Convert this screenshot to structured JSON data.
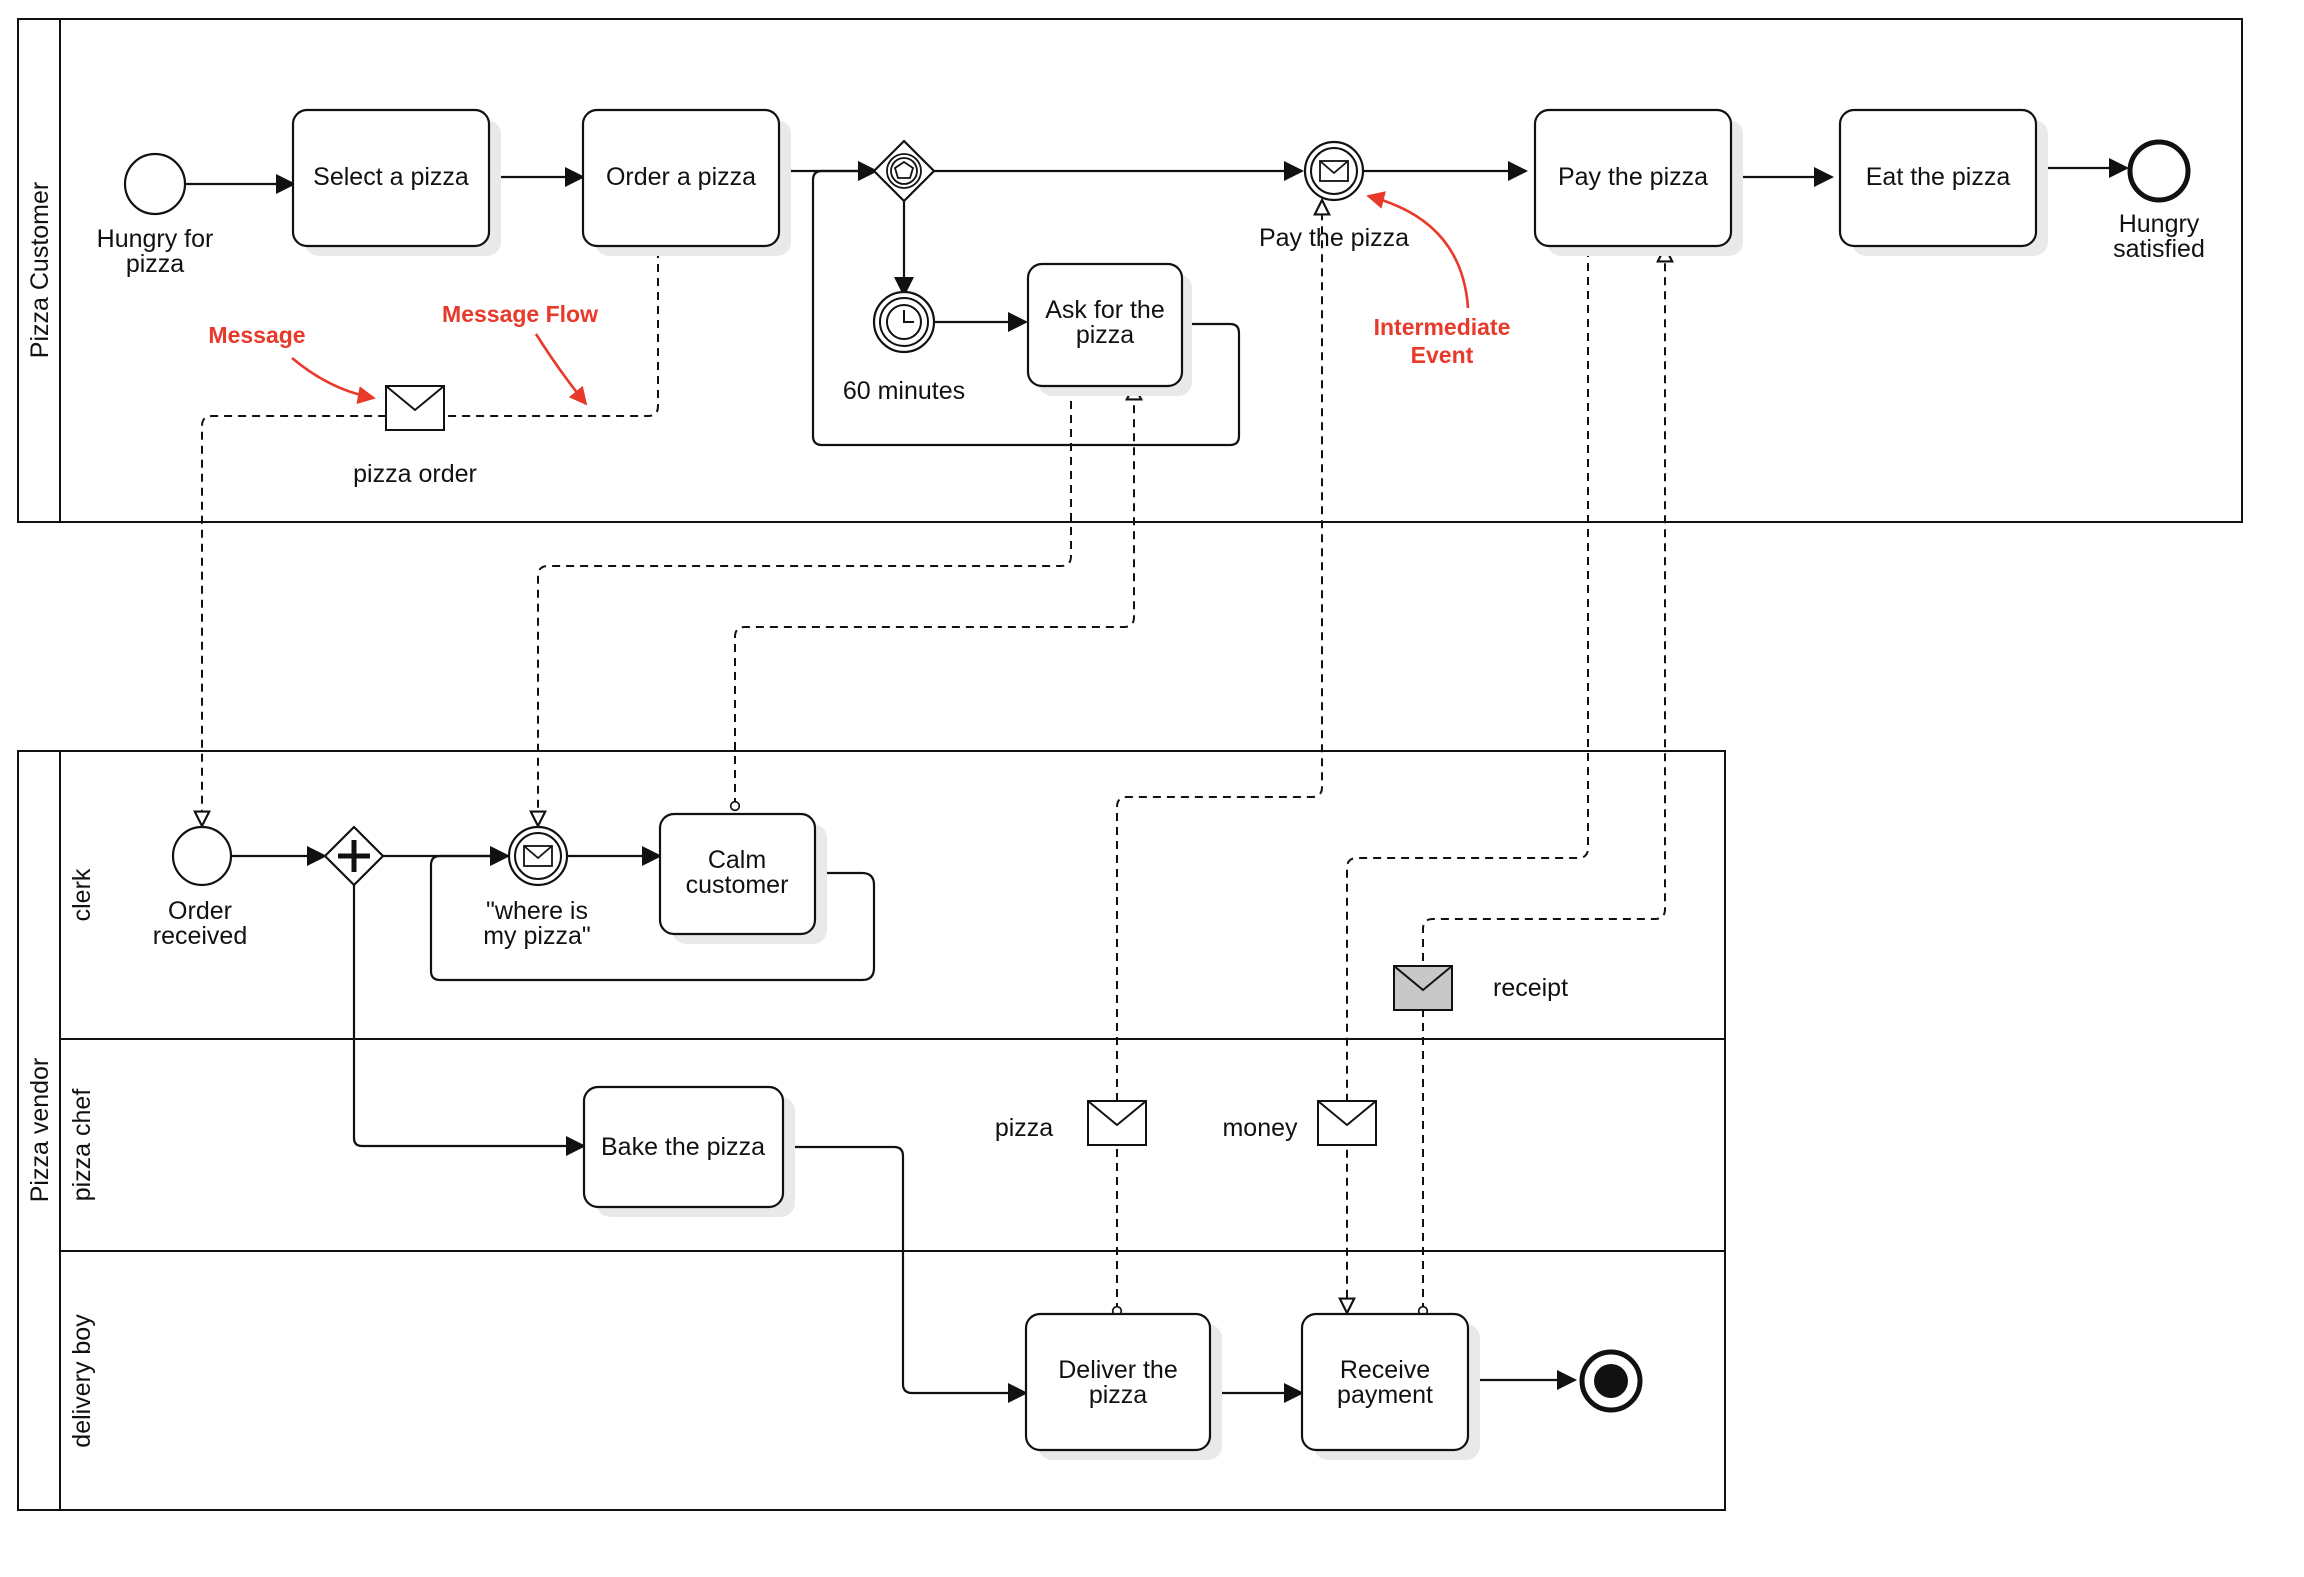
{
  "pools": {
    "customer": {
      "name": "Pizza Customer"
    },
    "vendor": {
      "name": "Pizza vendor",
      "lanes": [
        "clerk",
        "pizza chef",
        "delivery boy"
      ]
    }
  },
  "customer": {
    "start": "Hungry for pizza",
    "select": "Select a pizza",
    "order": "Order a pizza",
    "timer": "60 minutes",
    "ask": "Ask for the pizza",
    "pay_event": "Pay the pizza",
    "pay_task": "Pay the pizza",
    "eat": "Eat the pizza",
    "end": "Hungry satisfied"
  },
  "vendor": {
    "start": "Order received",
    "where": "\"where is my pizza\"",
    "calm": "Calm customer",
    "bake": "Bake the pizza",
    "deliver": "Deliver the pizza",
    "receive": "Receive payment"
  },
  "messages": {
    "order": "pizza order",
    "receipt": "receipt",
    "pizza": "pizza",
    "money": "money"
  },
  "annotations": {
    "message": "Message",
    "message_flow": "Message Flow",
    "intermediate": "Intermediate Event"
  },
  "colors": {
    "annotation": "#e8392a",
    "receipt_envelope": "#c8c8c8"
  }
}
